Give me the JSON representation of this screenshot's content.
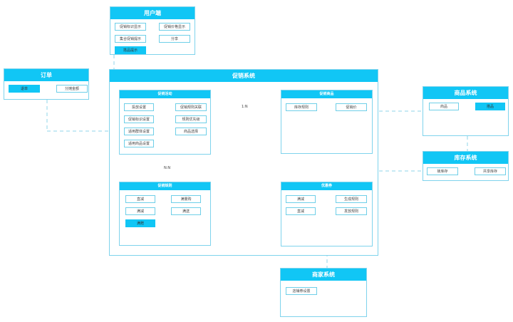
{
  "user_terminal": {
    "title": "用户端",
    "items": [
      "促销标识显示",
      "促销价格显示",
      "集合促销提示",
      "分享",
      "搭品提示"
    ]
  },
  "order": {
    "title": "订单",
    "items": [
      "退单",
      "分摊金额"
    ]
  },
  "promotion_system": {
    "title": "促销系统",
    "activity": {
      "title": "促销活动",
      "items": [
        "投放设置",
        "促销规则关联",
        "促销标识设置",
        "规则优先级",
        "适用群体设置",
        "商品选择",
        "适用商品设置"
      ]
    },
    "goods": {
      "title": "促销商品",
      "items": [
        "库存规则",
        "促销价"
      ]
    },
    "rules": {
      "title": "促销规则",
      "items": [
        "直减",
        "满量购",
        "满减",
        "满送",
        "满赠"
      ]
    },
    "coupon": {
      "title": "优惠券",
      "items": [
        "满减",
        "生成规则",
        "直减",
        "发放规则"
      ]
    },
    "rel_1n": "1:N",
    "rel_nn": "N:N"
  },
  "product_system": {
    "title": "商品系统",
    "items": [
      "商品",
      "搭品"
    ]
  },
  "inventory_system": {
    "title": "库存系统",
    "items": [
      "锁库存",
      "共享库存"
    ]
  },
  "merchant_system": {
    "title": "商家系统",
    "items": [
      "店铺券设置"
    ]
  },
  "colors": {
    "accent": "#11c6f5",
    "border": "#7fd3ec",
    "dash": "#8fd4ea"
  }
}
